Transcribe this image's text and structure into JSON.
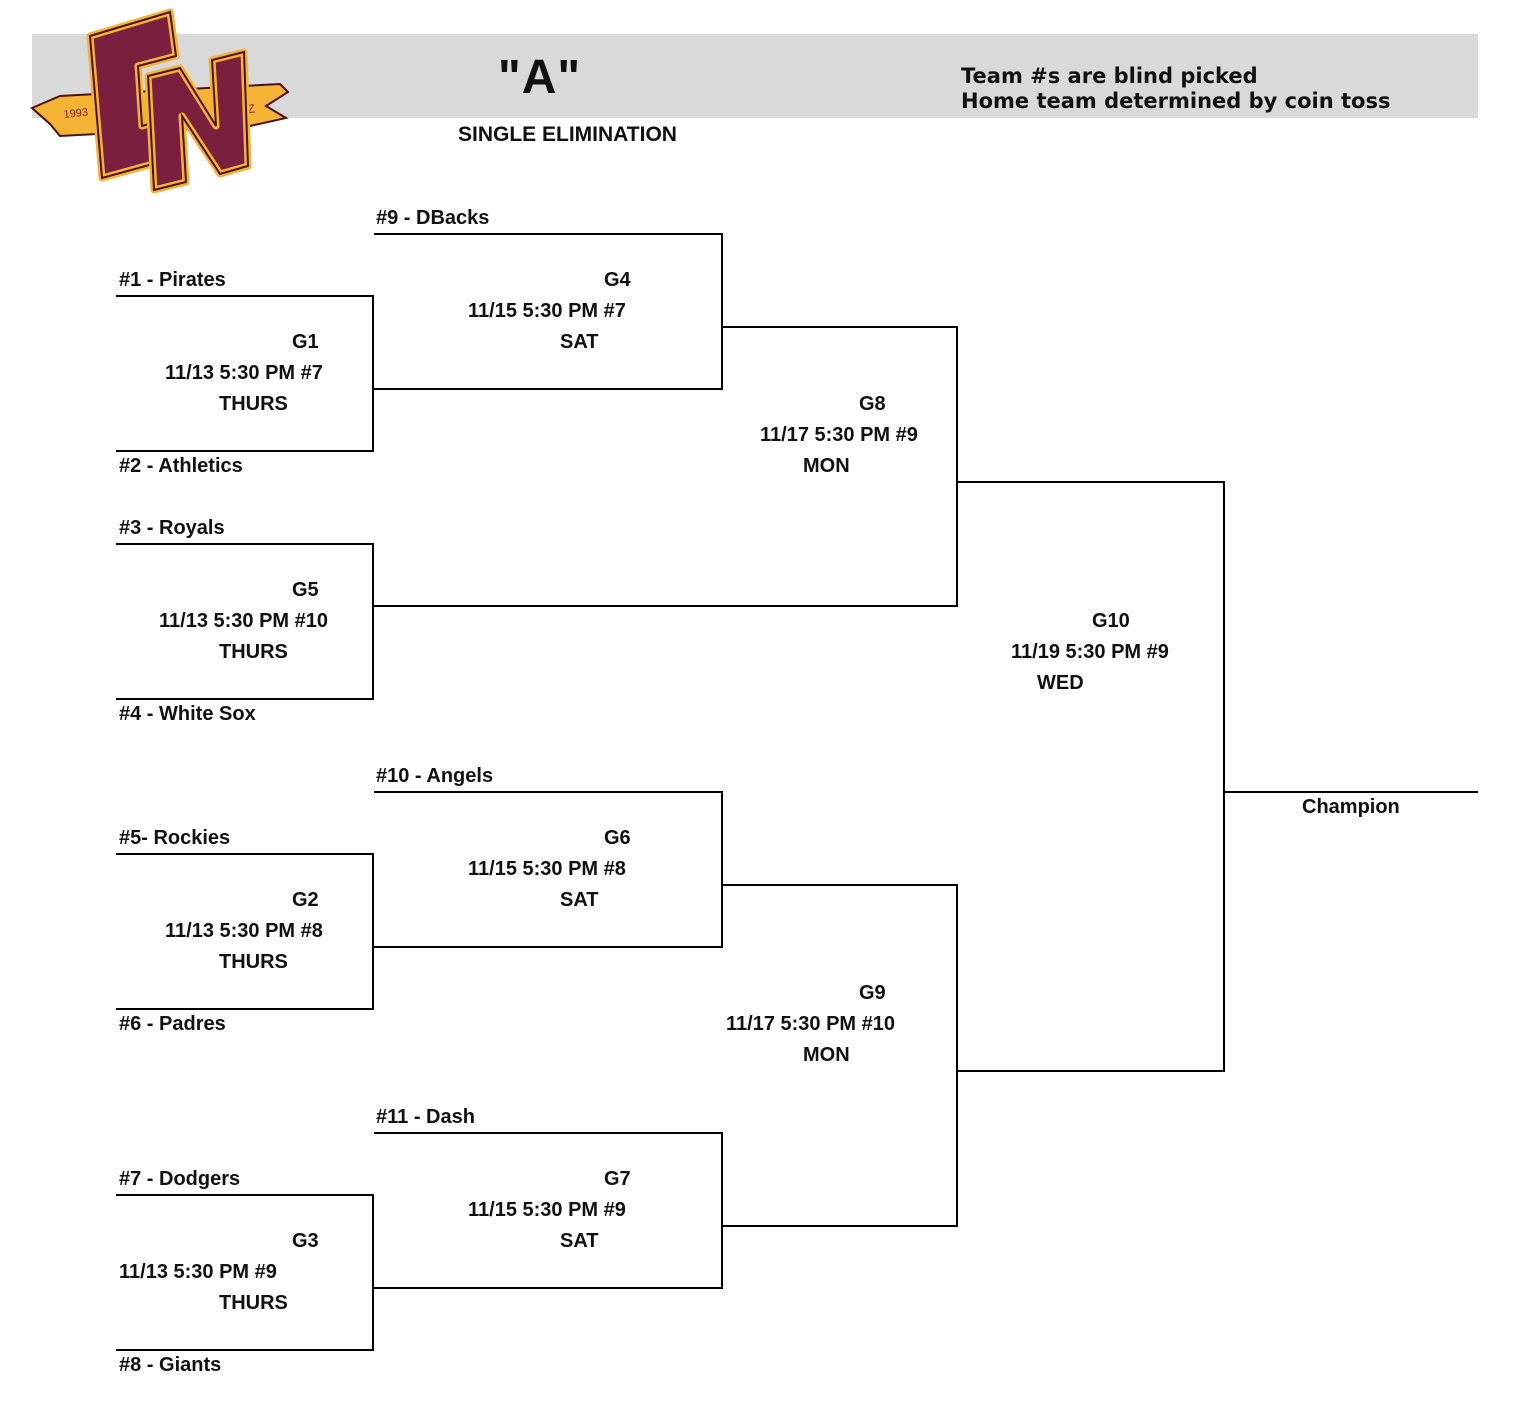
{
  "header": {
    "division": "\"A\"",
    "format": "SINGLE ELIMINATION",
    "notes": [
      "Team #s are blind picked",
      "Home team determined by coin toss"
    ]
  },
  "logo": {
    "letters": "CN",
    "year": "1993",
    "state": "AZ",
    "colors": {
      "maroon": "#7a1f3d",
      "gold": "#f5b335",
      "outline": "#4a1020"
    }
  },
  "colors": {
    "band": "#d9d9d9",
    "line": "#000000"
  },
  "teams": [
    {
      "label": "#1 - Pirates"
    },
    {
      "label": "#2 - Athletics"
    },
    {
      "label": "#3 - Royals"
    },
    {
      "label": "#4 - White Sox"
    },
    {
      "label": "#5- Rockies"
    },
    {
      "label": "#6 - Padres"
    },
    {
      "label": "#7 - Dodgers"
    },
    {
      "label": "#8 - Giants"
    },
    {
      "label": "#9 - DBacks"
    },
    {
      "label": "#10 - Angels"
    },
    {
      "label": "#11 - Dash"
    }
  ],
  "games": {
    "g1": {
      "id": "G1",
      "when": "11/13 5:30 PM #7",
      "day": "THURS"
    },
    "g2": {
      "id": "G2",
      "when": "11/13 5:30 PM #8",
      "day": "THURS"
    },
    "g3": {
      "id": "G3",
      "when": "11/13 5:30 PM #9",
      "day": "THURS"
    },
    "g4": {
      "id": "G4",
      "when": "11/15 5:30 PM #7",
      "day": "SAT"
    },
    "g5": {
      "id": "G5",
      "when": "11/13 5:30 PM #10",
      "day": "THURS"
    },
    "g6": {
      "id": "G6",
      "when": "11/15 5:30 PM #8",
      "day": "SAT"
    },
    "g7": {
      "id": "G7",
      "when": "11/15 5:30 PM #9",
      "day": "SAT"
    },
    "g8": {
      "id": "G8",
      "when": "11/17 5:30 PM #9",
      "day": "MON"
    },
    "g9": {
      "id": "G9",
      "when": "11/17 5:30 PM #10",
      "day": "MON"
    },
    "g10": {
      "id": "G10",
      "when": "11/19 5:30 PM #9",
      "day": "WED"
    }
  },
  "champion_label": "Champion"
}
